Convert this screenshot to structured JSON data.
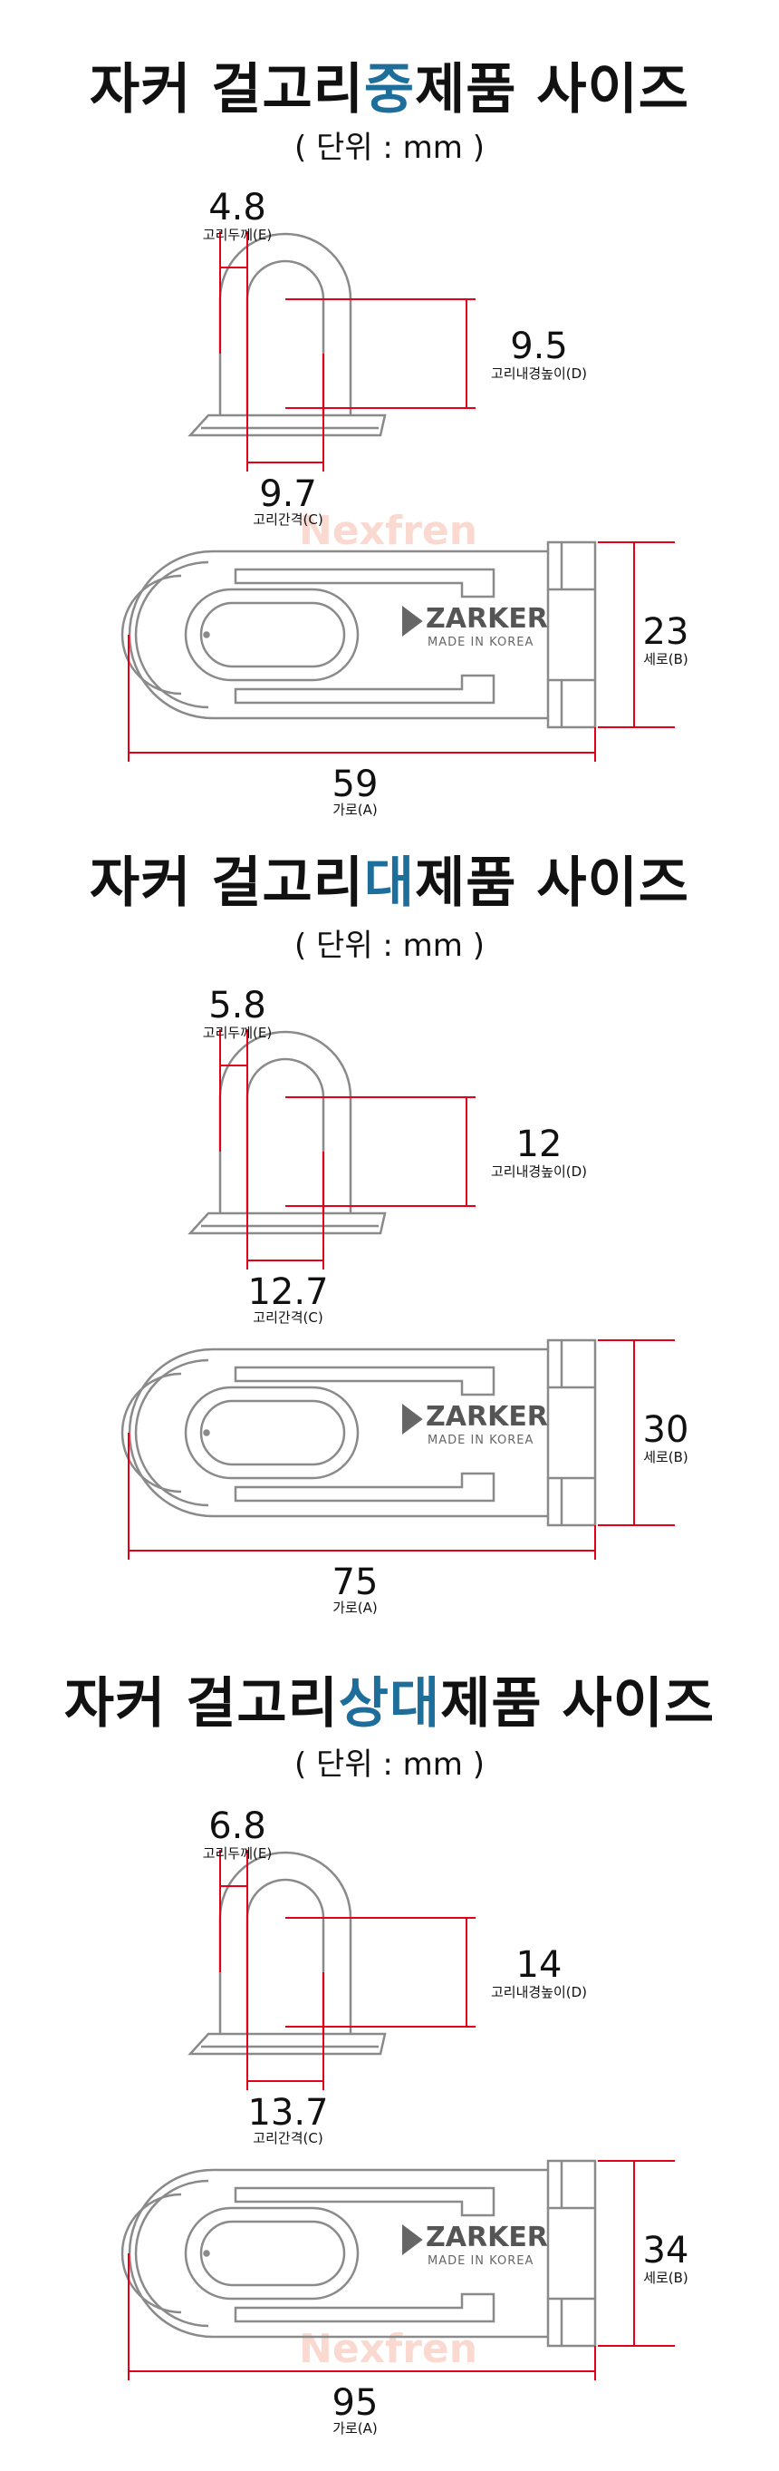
{
  "sections": [
    {
      "title_prefix": "자커 걸고리",
      "title_highlight": "중",
      "title_suffix": "제품 사이즈",
      "unit": "( 단위 : mm )",
      "thickness": {
        "value": "4.8",
        "label": "고리두께(E)"
      },
      "inner_height": {
        "value": "9.5",
        "label": "고리내경높이(D)"
      },
      "gap": {
        "value": "9.7",
        "label": "고리간격(C)"
      },
      "height": {
        "value": "23",
        "label": "세로(B)"
      },
      "width": {
        "value": "59",
        "label": "가로(A)"
      },
      "watermark": "Nexfren"
    },
    {
      "title_prefix": "자커 걸고리",
      "title_highlight": "대",
      "title_suffix": "제품 사이즈",
      "unit": "( 단위 : mm )",
      "thickness": {
        "value": "5.8",
        "label": "고리두께(E)"
      },
      "inner_height": {
        "value": "12",
        "label": "고리내경높이(D)"
      },
      "gap": {
        "value": "12.7",
        "label": "고리간격(C)"
      },
      "height": {
        "value": "30",
        "label": "세로(B)"
      },
      "width": {
        "value": "75",
        "label": "가로(A)"
      },
      "watermark": ""
    },
    {
      "title_prefix": "자커 걸고리",
      "title_highlight": "상대",
      "title_suffix": "제품 사이즈",
      "unit": "( 단위 : mm )",
      "thickness": {
        "value": "6.8",
        "label": "고리두께(E)"
      },
      "inner_height": {
        "value": "14",
        "label": "고리내경높이(D)"
      },
      "gap": {
        "value": "13.7",
        "label": "고리간격(C)"
      },
      "height": {
        "value": "34",
        "label": "세로(B)"
      },
      "width": {
        "value": "95",
        "label": "가로(A)"
      },
      "watermark": "Nexfren"
    }
  ],
  "brand": {
    "name": "ZARKER",
    "tagline": "MADE IN KOREA"
  },
  "colors": {
    "accent": "#1d6e9b",
    "dimension_line": "#e3001b",
    "outline": "#8a8a8a"
  }
}
